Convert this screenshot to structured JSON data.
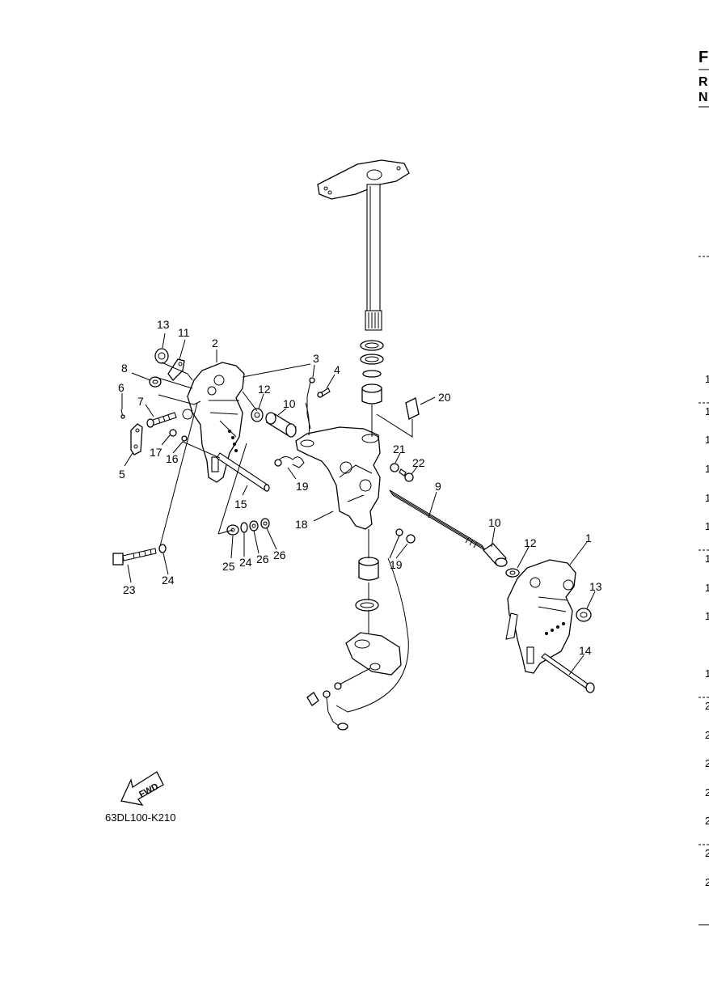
{
  "page": {
    "diagram_code": "63DL100-K210",
    "fwd_arrow_text": "FWD"
  },
  "labels": [
    {
      "id": "13",
      "text": "13"
    },
    {
      "id": "11",
      "text": "11"
    },
    {
      "id": "2",
      "text": "2"
    },
    {
      "id": "8",
      "text": "8"
    },
    {
      "id": "3",
      "text": "3"
    },
    {
      "id": "4",
      "text": "4"
    },
    {
      "id": "6",
      "text": "6"
    },
    {
      "id": "7",
      "text": "7"
    },
    {
      "id": "12",
      "text": "12"
    },
    {
      "id": "10",
      "text": "10"
    },
    {
      "id": "20",
      "text": "20"
    },
    {
      "id": "5",
      "text": "5"
    },
    {
      "id": "17",
      "text": "17"
    },
    {
      "id": "16",
      "text": "16"
    },
    {
      "id": "21",
      "text": "21"
    },
    {
      "id": "22",
      "text": "22"
    },
    {
      "id": "19a",
      "text": "19"
    },
    {
      "id": "9",
      "text": "9"
    },
    {
      "id": "15",
      "text": "15"
    },
    {
      "id": "18",
      "text": "18"
    },
    {
      "id": "10b",
      "text": "10"
    },
    {
      "id": "12b",
      "text": "12"
    },
    {
      "id": "1",
      "text": "1"
    },
    {
      "id": "13b",
      "text": "13"
    },
    {
      "id": "25",
      "text": "25"
    },
    {
      "id": "24a",
      "text": "24"
    },
    {
      "id": "26a",
      "text": "26"
    },
    {
      "id": "26b",
      "text": "26"
    },
    {
      "id": "19b",
      "text": "19"
    },
    {
      "id": "23",
      "text": "23"
    },
    {
      "id": "24b",
      "text": "24"
    },
    {
      "id": "14",
      "text": "14"
    }
  ],
  "right_edge": {
    "letters": [
      "F",
      "R",
      "N"
    ],
    "numbers": [
      "1",
      "1",
      "1",
      "1",
      "1",
      "1",
      "1",
      "1",
      "1",
      "1",
      "2",
      "2",
      "2",
      "2",
      "2",
      "2",
      "2"
    ]
  }
}
